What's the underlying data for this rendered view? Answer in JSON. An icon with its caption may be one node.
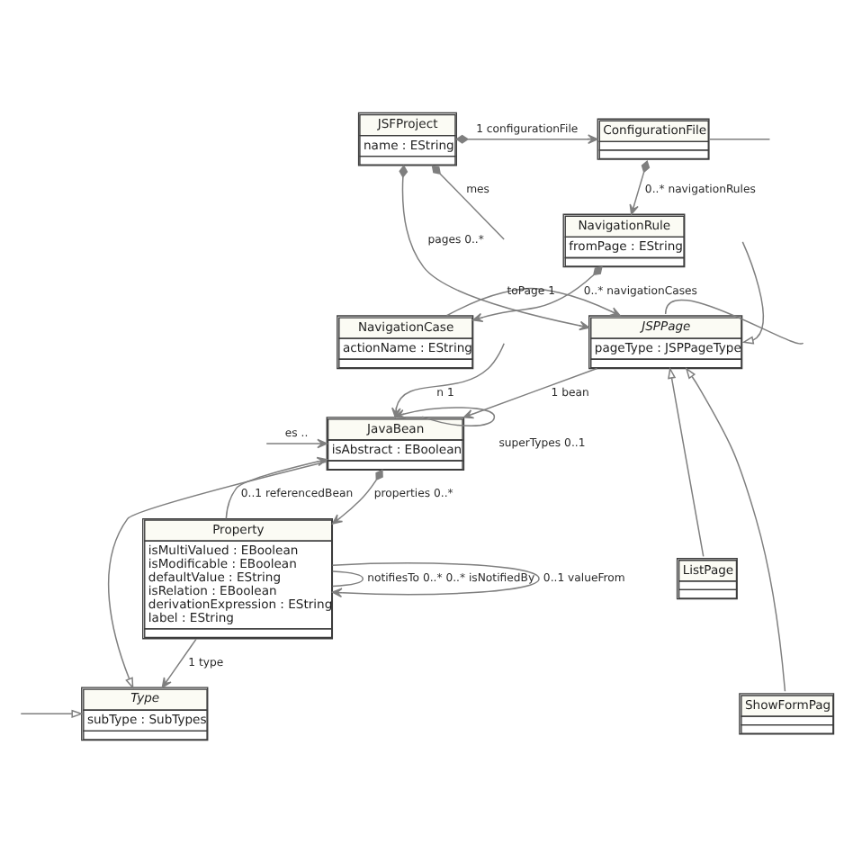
{
  "diagram": {
    "nodes": [
      {
        "text": [
          "ConfigurationFile"
        ]
      },
      {
        "text": [
          "JSFProject",
          "name : EString"
        ]
      },
      {
        "text": [
          "NavigationRule",
          "fromPage : EString"
        ]
      },
      {
        "text": [
          "NavigationCase",
          "actionName : EString"
        ]
      },
      {
        "text": [
          "JSPPage",
          "pageType : JSPPageType"
        ]
      },
      {
        "text": [
          "JavaBean",
          "isAbstract : EBoolean"
        ]
      },
      {
        "text": [
          "ListPage"
        ]
      },
      {
        "text": [
          "Property",
          "isMultiValued : EBoolean",
          "isModificable : EBoolean",
          "defaultValue : EString",
          "isRelation : EBoolean",
          "derivationExpression : EString",
          "label : EString"
        ]
      },
      {
        "text": [
          "ShowFormPag"
        ]
      },
      {
        "text": [
          "Type",
          "subType : SubTypes"
        ]
      }
    ],
    "edges": [
      {
        "from": 0,
        "to": null,
        "arrow": "none"
      },
      {
        "from": 1,
        "to": 0,
        "arrow": "to",
        "label": "1 configurationFile"
      },
      {
        "from": 0,
        "to": 2,
        "arrow": "to",
        "label": "0..* navigationRules"
      },
      {
        "from": 1,
        "to": null,
        "arrow": "other",
        "label": "mes"
      },
      {
        "from": 1,
        "to": 4,
        "arrow": "to",
        "label": "pages 0..*"
      },
      {
        "from": 2,
        "to": 3,
        "arrow": "to",
        "label": "0..* navigationCases"
      },
      {
        "from": 4,
        "to": null,
        "arrow": "none"
      },
      {
        "from": 3,
        "to": 4,
        "arrow": "to",
        "label": "toPage 1"
      },
      {
        "from": null,
        "to": 5,
        "arrow": "to",
        "label": "n 1"
      },
      {
        "from": 5,
        "to": 5,
        "arrow": "to",
        "label": "superTypes 0..1"
      },
      {
        "from": null,
        "to": 5,
        "arrow": "to",
        "label": "es .."
      },
      {
        "from": 4,
        "to": 5,
        "arrow": "to",
        "label": "1 bean"
      },
      {
        "from": 7,
        "to": 5,
        "arrow": "to",
        "label": "0..1 referencedBean"
      },
      {
        "from": 6,
        "to": 4,
        "arrow": "to"
      },
      {
        "from": 8,
        "to": 4,
        "arrow": "to"
      },
      {
        "from": null,
        "to": 4,
        "arrow": "to"
      },
      {
        "from": 5,
        "to": 7,
        "arrow": "to",
        "label": "properties 0..*"
      },
      {
        "from": 5,
        "to": 9,
        "arrow": "to"
      },
      {
        "from": null,
        "to": 9,
        "arrow": "to"
      },
      {
        "from": 7,
        "to": 9,
        "arrow": "to",
        "label": "1 type"
      },
      {
        "from": 7,
        "to": 7,
        "arrow": "none",
        "label": "notifiesTo 0..* 0..* isNotifiedBy"
      },
      {
        "from": 7,
        "to": 7,
        "arrow": "to",
        "label": "0..1 valueFrom"
      }
    ]
  }
}
